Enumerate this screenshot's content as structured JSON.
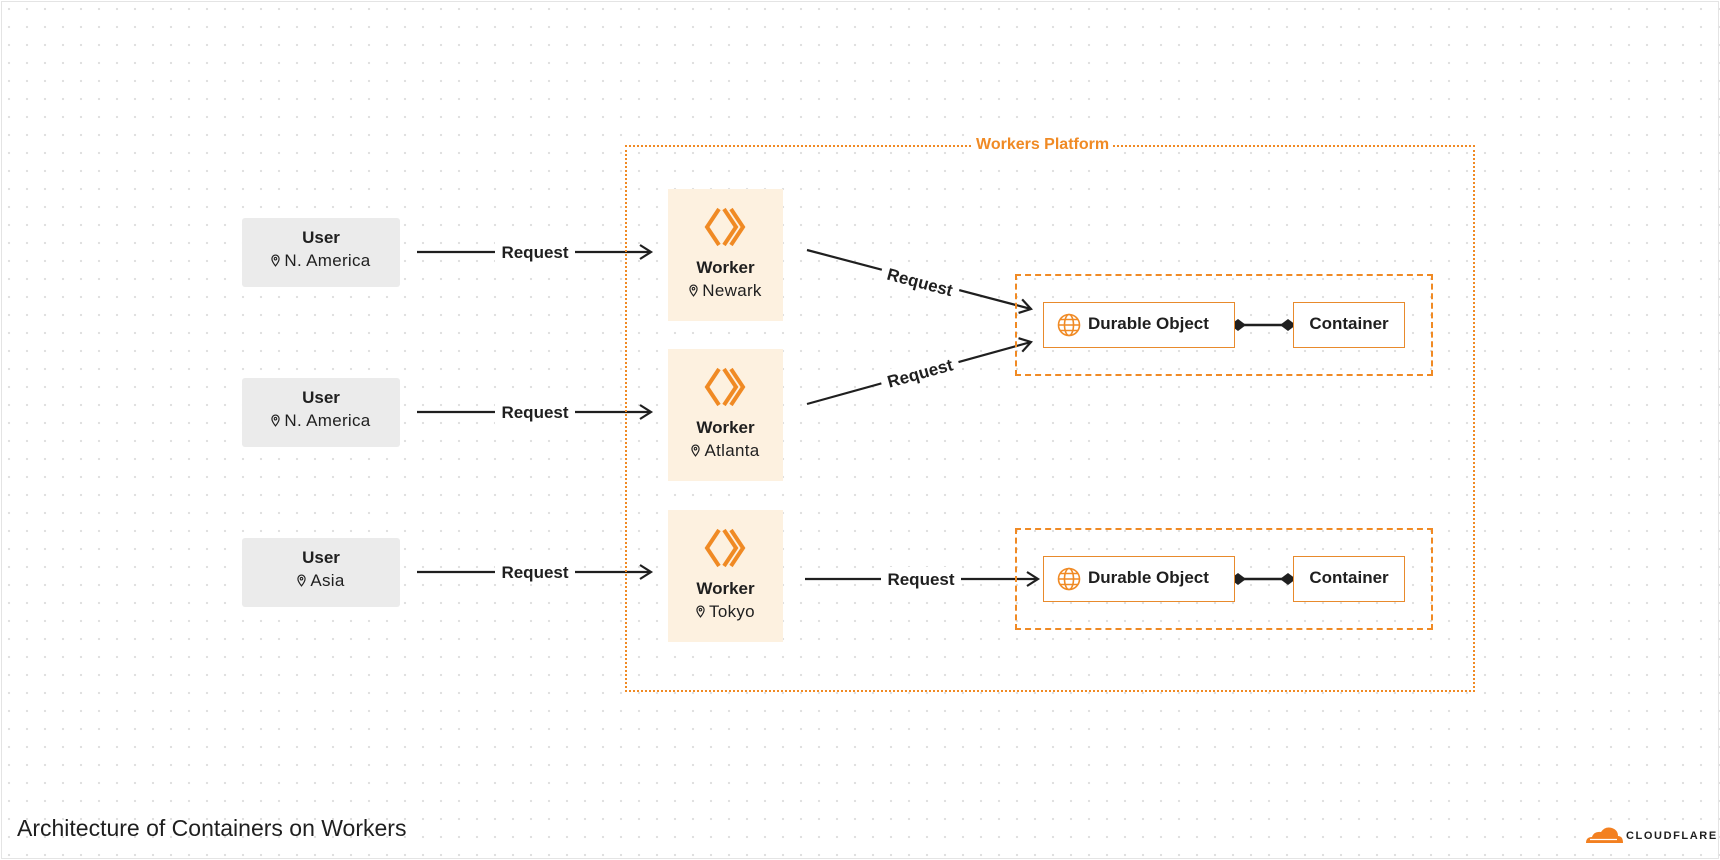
{
  "diagram": {
    "title": "Architecture of Containers on Workers",
    "platform_label": "Workers Platform",
    "brand": "CLOUDFLARE",
    "users": [
      {
        "title": "User",
        "location": "N. America"
      },
      {
        "title": "User",
        "location": "N. America"
      },
      {
        "title": "User",
        "location": "Asia"
      }
    ],
    "workers": [
      {
        "title": "Worker",
        "location": "Newark"
      },
      {
        "title": "Worker",
        "location": "Atlanta"
      },
      {
        "title": "Worker",
        "location": "Tokyo"
      }
    ],
    "groups": [
      {
        "durable_object": "Durable Object",
        "container": "Container"
      },
      {
        "durable_object": "Durable Object",
        "container": "Container"
      }
    ],
    "edge_label": "Request",
    "colors": {
      "accent": "#f08a24",
      "user_bg": "#ebebeb",
      "worker_bg": "#fdf1e0",
      "ink": "#1f1f1f"
    },
    "icons": [
      "pin-icon",
      "workers-logo-icon",
      "globe-icon",
      "cloudflare-cloud-icon"
    ]
  }
}
